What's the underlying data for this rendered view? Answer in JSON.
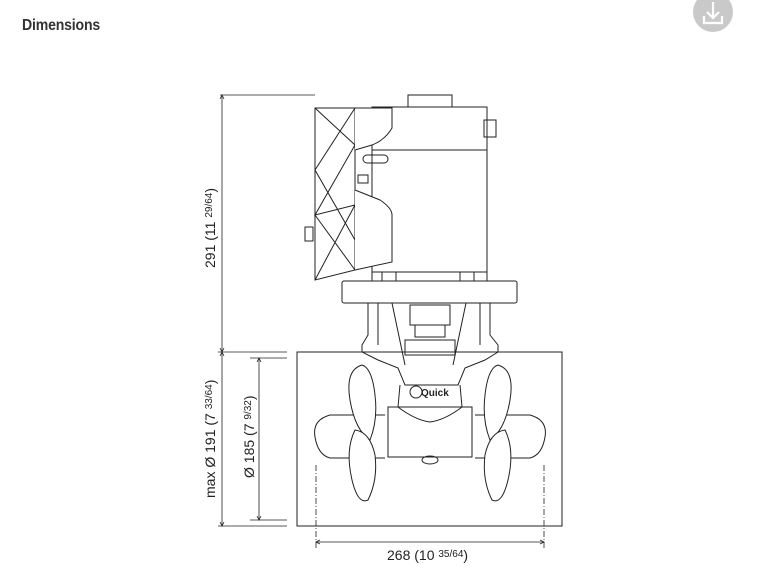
{
  "header": {
    "title": "Dimensions",
    "download_icon": "download-icon"
  },
  "drawing": {
    "height_label": {
      "main": "291 (11 ",
      "frac": "29/64",
      "close": ")"
    },
    "max_diameter_label": {
      "main": "max Ø 191 (7 ",
      "frac": "33/64",
      "close": ")"
    },
    "diameter_label": {
      "main": "Ø 185 (7 ",
      "frac": "9/32",
      "close": ")"
    },
    "width_label": {
      "main": "268 (10 ",
      "frac": "35/64",
      "close": ")"
    },
    "logo_text": "Quick"
  }
}
